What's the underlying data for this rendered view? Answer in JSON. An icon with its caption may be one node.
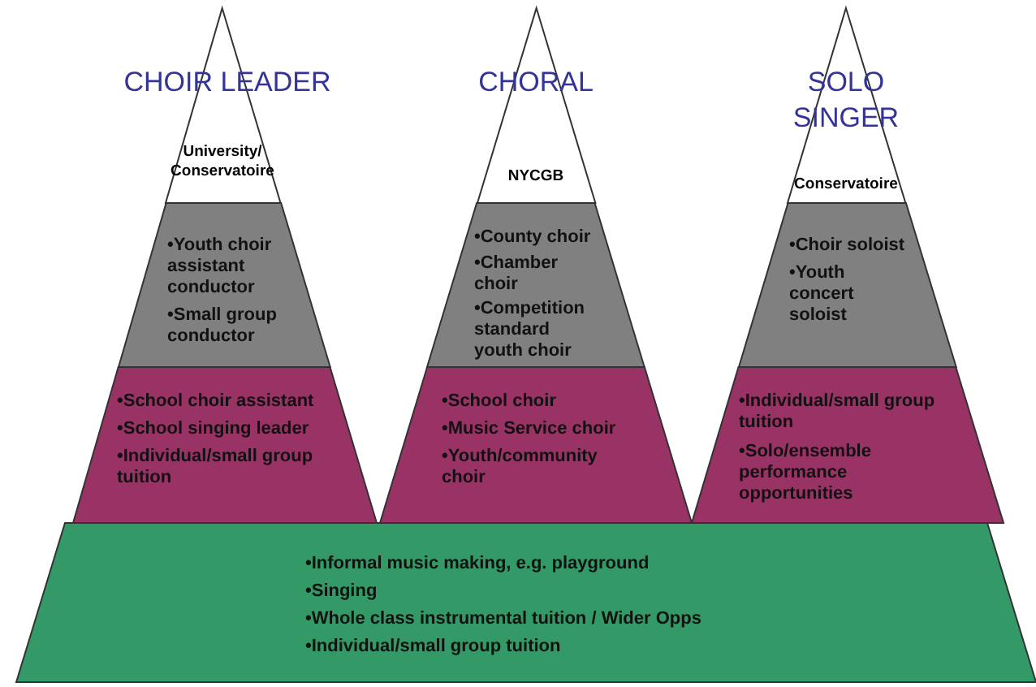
{
  "diagram": {
    "nodes": [
      {
        "text": [
          "CHOIR LEADER",
          "University/ Conservatoire"
        ]
      },
      {
        "text": [
          "•Youth choir assistant conductor",
          "•Small group conductor"
        ]
      },
      {
        "text": [
          "•School choir assistant",
          "•School singing leader",
          "•Individual/small group tuition"
        ]
      },
      {
        "text": [
          "CHORAL",
          "NYCGB"
        ]
      },
      {
        "text": [
          "•County choir",
          "•Chamber choir",
          "•Competition standard youth choir"
        ]
      },
      {
        "text": [
          "•School choir",
          "•Music Service choir",
          "•Youth/community choir"
        ]
      },
      {
        "text": [
          "SOLO SINGER",
          "Conservatoire"
        ]
      },
      {
        "text": [
          "•Choir soloist",
          "•Youth concert soloist"
        ]
      },
      {
        "text": [
          "•Individual/small group tuition",
          "•Solo/ensemble performance opportunities"
        ]
      },
      {
        "text": [
          "•Informal music making, e.g. playground",
          "•Singing",
          "•Whole class  instrumental tuition / Wider Opps",
          "•Individual/small group tuition"
        ]
      }
    ]
  }
}
